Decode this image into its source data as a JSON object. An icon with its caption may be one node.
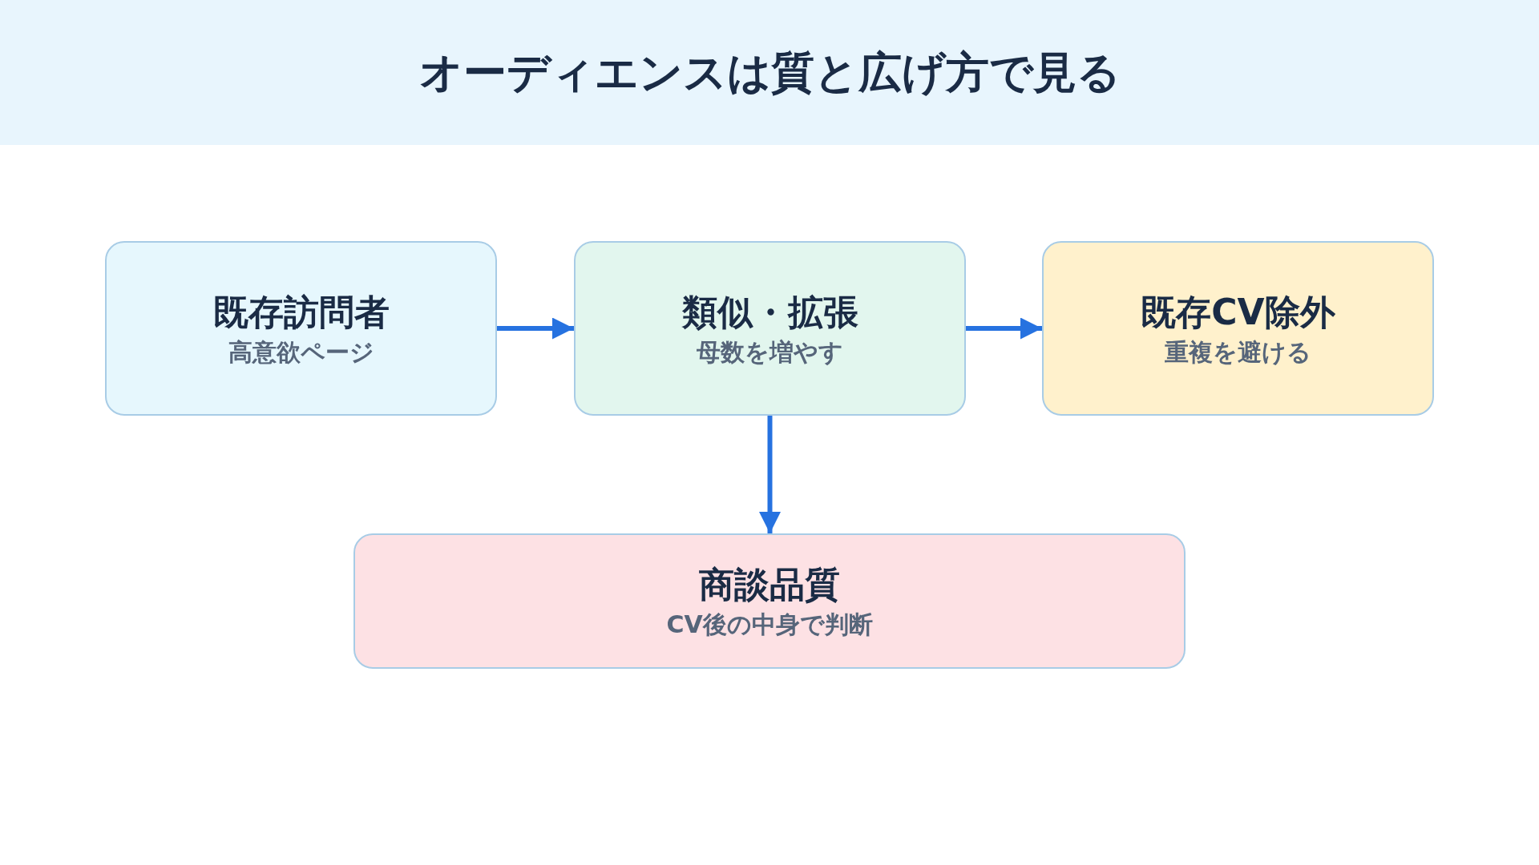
{
  "diagram": {
    "title": "オーディエンスは質と広げ方で見る",
    "nodes": [
      {
        "text": [
          "既存訪問者",
          "高意欲ページ"
        ]
      },
      {
        "text": [
          "類似・拡張",
          "母数を増やす"
        ]
      },
      {
        "text": [
          "既存CV除外",
          "重複を避ける"
        ]
      },
      {
        "text": [
          "商談品質",
          "CV後の中身で判断"
        ]
      }
    ],
    "edges": [
      {
        "from": 0,
        "to": 1,
        "arrow": "to"
      },
      {
        "from": 1,
        "to": 2,
        "arrow": "to"
      },
      {
        "from": 1,
        "to": 3,
        "arrow": "to"
      }
    ]
  }
}
